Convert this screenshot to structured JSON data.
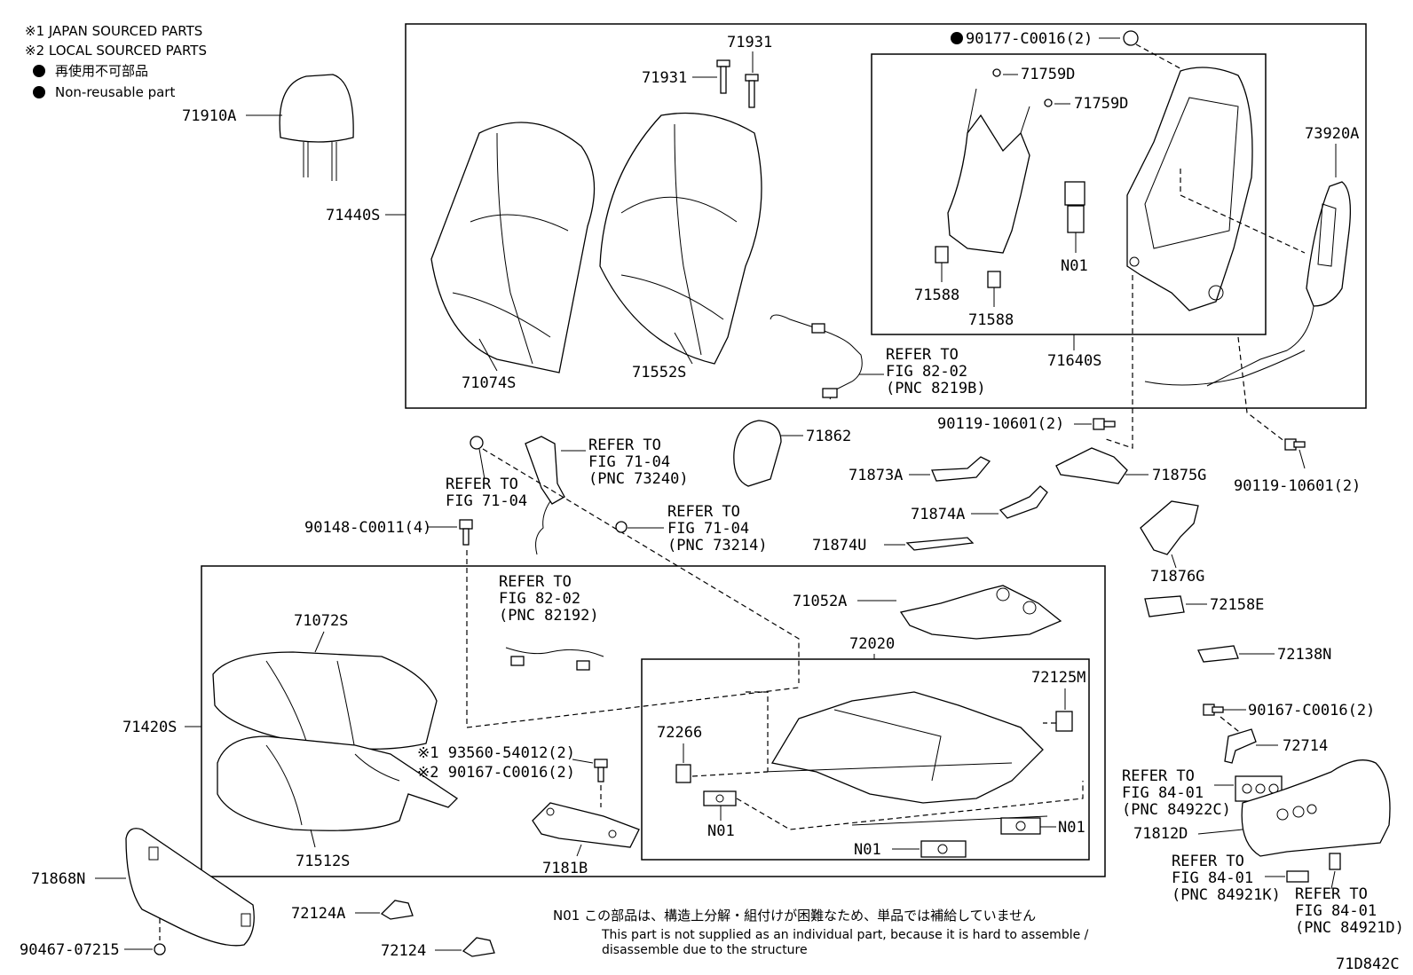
{
  "legend": {
    "japan": "※1 JAPAN SOURCED PARTS",
    "local": "※2 LOCAL SOURCED PARTS",
    "nonreusable_jp": "再使用不可部品",
    "nonreusable_en": "Non-reusable part"
  },
  "labels": {
    "p71910A": "71910A",
    "p71440S": "71440S",
    "p71931a": "71931",
    "p71931b": "71931",
    "p71074S": "71074S",
    "p71552S": "71552S",
    "ref_82_02_top": [
      "REFER TO",
      "FIG 82-02",
      "(PNC 8219B)"
    ],
    "p90177": "90177-C0016(2)",
    "p71759D_a": "71759D",
    "p71759D_b": "71759D",
    "p71588_a": "71588",
    "p71588_b": "71588",
    "n01_top": "N01",
    "p71640S": "71640S",
    "p73920A": "73920A",
    "p71862": "71862",
    "p90119_a": "90119-10601(2)",
    "p90119_b": "90119-10601(2)",
    "p71873A": "71873A",
    "p71875G": "71875G",
    "p71874A": "71874A",
    "p71874U": "71874U",
    "p71876G": "71876G",
    "ref_71_04_a": [
      "REFER TO",
      "FIG 71-04",
      "(PNC 73240)"
    ],
    "ref_71_04_b": [
      "REFER TO",
      "FIG 71-04"
    ],
    "ref_71_04_c": [
      "REFER TO",
      "FIG 71-04",
      "(PNC 73214)"
    ],
    "p90148": "90148-C0011(4)",
    "ref_82_02_mid": [
      "REFER TO",
      "FIG 82-02",
      "(PNC 82192)"
    ],
    "p71052A": "71052A",
    "p72158E": "72158E",
    "p71072S": "71072S",
    "p72020": "72020",
    "p72125M": "72125M",
    "p72138N": "72138N",
    "p90167_a": "90167-C0016(2)",
    "p72714": "72714",
    "p71420S": "71420S",
    "p72266": "72266",
    "p93560": "※1 93560-54012(2)",
    "p90167_b": "※2 90167-C0016(2)",
    "ref_84_01_a": [
      "REFER TO",
      "FIG 84-01",
      "(PNC 84922C)"
    ],
    "p71812D": "71812D",
    "n01_mid": "N01",
    "n01_right": "N01",
    "n01_bottom": "N01",
    "p71512S": "71512S",
    "p7181B": "7181B",
    "p71868N": "71868N",
    "ref_84_01_b": [
      "REFER TO",
      "FIG 84-01",
      "(PNC 84921K)"
    ],
    "ref_84_01_c": [
      "REFER TO",
      "FIG 84-01",
      "(PNC 84921D)"
    ],
    "p72124A": "72124A",
    "p72124": "72124",
    "p90467": "90467-07215"
  },
  "footnote": {
    "jp": "N01 この部品は、構造上分解・組付けが困難なため、単品では補給していません",
    "en1": "This part is not supplied as an individual part, because it is hard to assemble /",
    "en2": "disassemble due to the structure"
  },
  "diagram_id": "71D842C"
}
